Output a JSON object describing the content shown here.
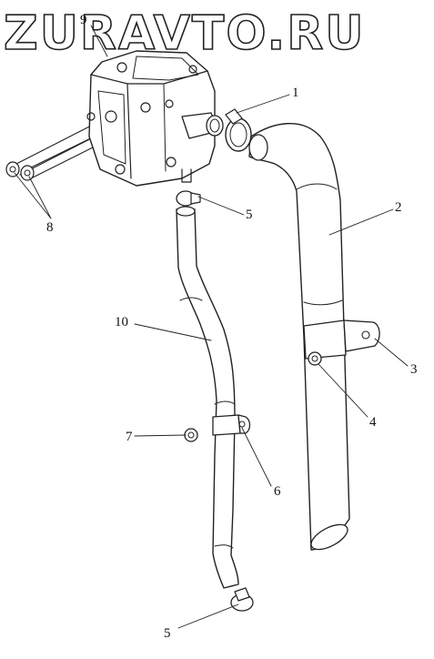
{
  "watermark": "ZURAVTO.RU",
  "callouts": {
    "c1": "1",
    "c2": "2",
    "c3": "3",
    "c4": "4",
    "c5a": "5",
    "c5b": "5",
    "c6": "6",
    "c7": "7",
    "c8": "8",
    "c9": "9",
    "c10": "10"
  }
}
